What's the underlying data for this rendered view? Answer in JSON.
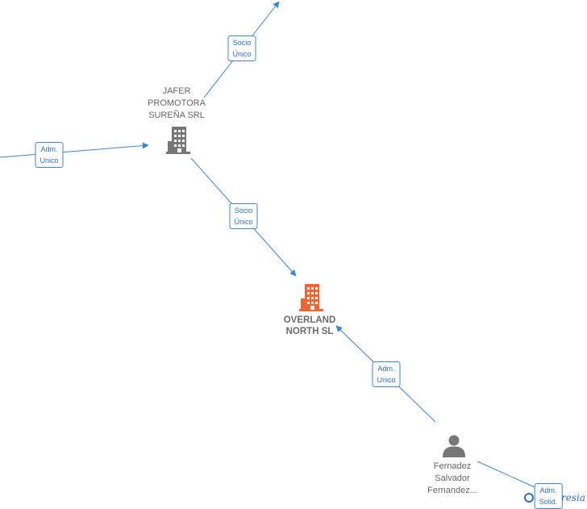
{
  "nodes": {
    "jafer": {
      "label": [
        "JAFER",
        "PROMOTORA",
        "SUREÑA SRL"
      ],
      "type": "company",
      "color": "#777777"
    },
    "overland": {
      "label": [
        "OVERLAND",
        "NORTH  SL"
      ],
      "type": "company",
      "color": "#f26430"
    },
    "fernadez": {
      "label": [
        "Fernadez",
        "Salvador",
        "Fernandez..."
      ],
      "type": "person",
      "color": "#777777"
    }
  },
  "edges": [
    {
      "id": "e1",
      "label": [
        "Socio",
        "Único"
      ]
    },
    {
      "id": "e2",
      "label": [
        "Adm.",
        "Unico"
      ]
    },
    {
      "id": "e3",
      "label": [
        "Socio",
        "Único"
      ]
    },
    {
      "id": "e4",
      "label": [
        "Adm.",
        "Unico"
      ]
    },
    {
      "id": "e5",
      "label": [
        "Adm.",
        "Solid."
      ]
    }
  ],
  "colors": {
    "edge": "#3d84cf",
    "label_text": "#2f6fb5",
    "node_text": "#666666"
  },
  "watermark": "resia"
}
